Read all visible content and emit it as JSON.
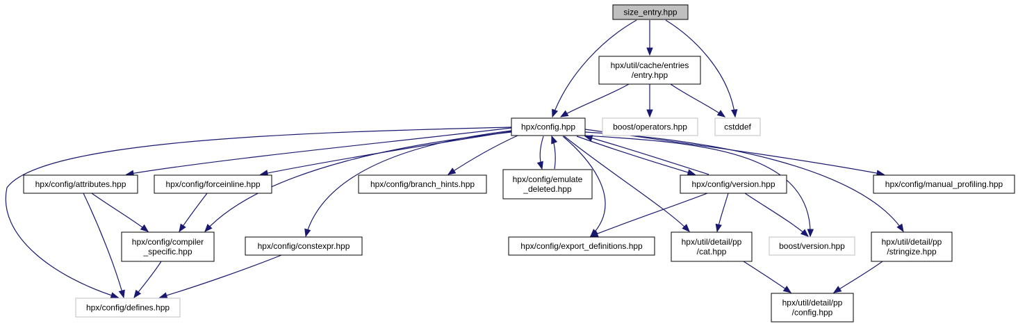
{
  "colors": {
    "edge": "#191970",
    "node_border": "#000000",
    "external_border": "#bfbfbf",
    "root_fill": "#bfbfbf",
    "node_fill": "#ffffff",
    "text": "#000000"
  },
  "nodes": [
    {
      "id": "size_entry",
      "lines": [
        "size_entry.hpp"
      ],
      "style": "root"
    },
    {
      "id": "entry",
      "lines": [
        "hpx/util/cache/entries",
        "/entry.hpp"
      ],
      "style": "normal"
    },
    {
      "id": "config",
      "lines": [
        "hpx/config.hpp"
      ],
      "style": "normal"
    },
    {
      "id": "operators",
      "lines": [
        "boost/operators.hpp"
      ],
      "style": "external"
    },
    {
      "id": "cstddef",
      "lines": [
        "cstddef"
      ],
      "style": "external"
    },
    {
      "id": "attributes",
      "lines": [
        "hpx/config/attributes.hpp"
      ],
      "style": "normal"
    },
    {
      "id": "forceinline",
      "lines": [
        "hpx/config/forceinline.hpp"
      ],
      "style": "normal"
    },
    {
      "id": "branch_hints",
      "lines": [
        "hpx/config/branch_hints.hpp"
      ],
      "style": "normal"
    },
    {
      "id": "emulate_deleted",
      "lines": [
        "hpx/config/emulate",
        "_deleted.hpp"
      ],
      "style": "normal"
    },
    {
      "id": "version",
      "lines": [
        "hpx/config/version.hpp"
      ],
      "style": "normal"
    },
    {
      "id": "manual_profiling",
      "lines": [
        "hpx/config/manual_profiling.hpp"
      ],
      "style": "normal"
    },
    {
      "id": "compiler_specific",
      "lines": [
        "hpx/config/compiler",
        "_specific.hpp"
      ],
      "style": "normal"
    },
    {
      "id": "constexpr",
      "lines": [
        "hpx/config/constexpr.hpp"
      ],
      "style": "normal"
    },
    {
      "id": "export_definitions",
      "lines": [
        "hpx/config/export_definitions.hpp"
      ],
      "style": "normal"
    },
    {
      "id": "cat",
      "lines": [
        "hpx/util/detail/pp",
        "/cat.hpp"
      ],
      "style": "normal"
    },
    {
      "id": "boost_version",
      "lines": [
        "boost/version.hpp"
      ],
      "style": "external"
    },
    {
      "id": "stringize",
      "lines": [
        "hpx/util/detail/pp",
        "/stringize.hpp"
      ],
      "style": "normal"
    },
    {
      "id": "defines",
      "lines": [
        "hpx/config/defines.hpp"
      ],
      "style": "external"
    },
    {
      "id": "pp_config",
      "lines": [
        "hpx/util/detail/pp",
        "/config.hpp"
      ],
      "style": "normal"
    }
  ],
  "edges": [
    {
      "from": "size_entry",
      "to": "entry"
    },
    {
      "from": "size_entry",
      "to": "config"
    },
    {
      "from": "size_entry",
      "to": "cstddef"
    },
    {
      "from": "entry",
      "to": "config"
    },
    {
      "from": "entry",
      "to": "operators"
    },
    {
      "from": "entry",
      "to": "cstddef"
    },
    {
      "from": "config",
      "to": "attributes"
    },
    {
      "from": "config",
      "to": "forceinline"
    },
    {
      "from": "config",
      "to": "branch_hints"
    },
    {
      "from": "config",
      "to": "emulate_deleted"
    },
    {
      "from": "emulate_deleted",
      "to": "config"
    },
    {
      "from": "config",
      "to": "version"
    },
    {
      "from": "version",
      "to": "config"
    },
    {
      "from": "config",
      "to": "manual_profiling"
    },
    {
      "from": "config",
      "to": "compiler_specific"
    },
    {
      "from": "config",
      "to": "constexpr"
    },
    {
      "from": "config",
      "to": "export_definitions"
    },
    {
      "from": "config",
      "to": "cat"
    },
    {
      "from": "config",
      "to": "boost_version"
    },
    {
      "from": "config",
      "to": "stringize"
    },
    {
      "from": "config",
      "to": "defines"
    },
    {
      "from": "attributes",
      "to": "compiler_specific"
    },
    {
      "from": "attributes",
      "to": "defines"
    },
    {
      "from": "forceinline",
      "to": "compiler_specific"
    },
    {
      "from": "compiler_specific",
      "to": "defines"
    },
    {
      "from": "constexpr",
      "to": "defines"
    },
    {
      "from": "version",
      "to": "export_definitions"
    },
    {
      "from": "version",
      "to": "cat"
    },
    {
      "from": "version",
      "to": "boost_version"
    },
    {
      "from": "cat",
      "to": "pp_config"
    },
    {
      "from": "stringize",
      "to": "pp_config"
    }
  ]
}
